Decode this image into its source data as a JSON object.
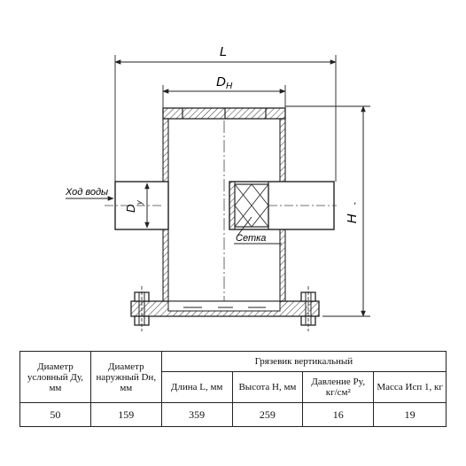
{
  "drawing": {
    "dim_L": "L",
    "dim_Dn_main": "D",
    "dim_Dn_sub": "H",
    "dim_H": "H",
    "dim_H_mark": "'",
    "dim_Dy_main": "D",
    "dim_Dy_sub": "y",
    "water_flow_label": "Ход воды",
    "mesh_label": "Сетка"
  },
  "table": {
    "col_dy_header": "Диаметр условный Ду, мм",
    "col_dn_header": "Диаметр наружный Dн, мм",
    "group_header": "Грязевик вертикальный",
    "sub_headers": {
      "length": "Длина L, мм",
      "height": "Высота H, мм",
      "pressure": "Давление Py, кг/см²",
      "mass": "Масса Исп 1, кг"
    },
    "values": {
      "dy": "50",
      "dn": "159",
      "length": "359",
      "height": "259",
      "pressure": "16",
      "mass": "19"
    }
  }
}
